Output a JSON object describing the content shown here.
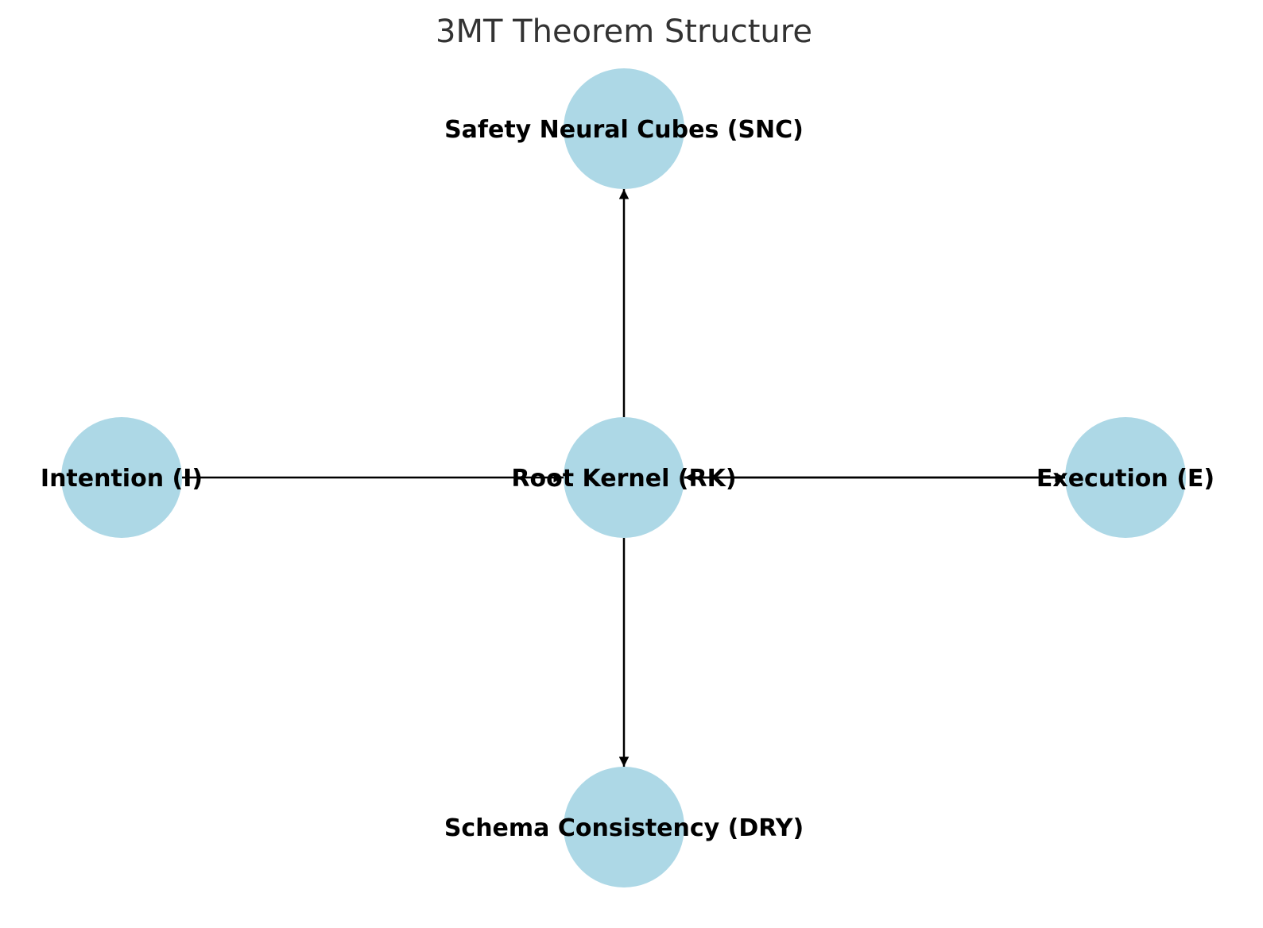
{
  "title": "3MT Theorem Structure",
  "node_color": "#add8e6",
  "edge_color": "#000000",
  "nodes": [
    {
      "id": "SNC",
      "label": "Safety Neural Cubes (SNC)"
    },
    {
      "id": "I",
      "label": "Intention (I)"
    },
    {
      "id": "RK",
      "label": "Root Kernel (RK)"
    },
    {
      "id": "E",
      "label": "Execution (E)"
    },
    {
      "id": "DRY",
      "label": "Schema Consistency (DRY)"
    }
  ],
  "edges": [
    {
      "from": "I",
      "to": "RK"
    },
    {
      "from": "RK",
      "to": "E"
    },
    {
      "from": "E",
      "to": "RK"
    },
    {
      "from": "RK",
      "to": "SNC"
    },
    {
      "from": "RK",
      "to": "DRY"
    }
  ]
}
